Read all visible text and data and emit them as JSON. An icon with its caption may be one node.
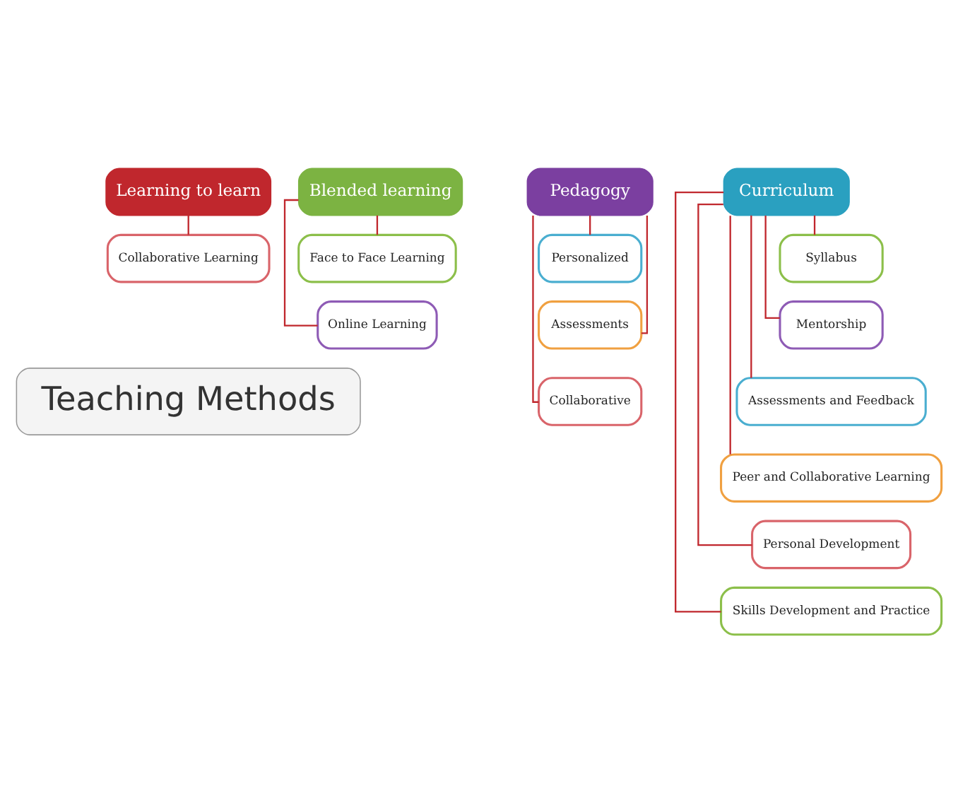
{
  "diagram": {
    "nodes": [
      {
        "text": [
          "Learning to learn"
        ]
      },
      {
        "text": [
          "Collaborative Learning"
        ]
      },
      {
        "text": [
          "Blended learning"
        ]
      },
      {
        "text": [
          "Face to Face Learning"
        ]
      },
      {
        "text": [
          "Online Learning"
        ]
      },
      {
        "text": [
          "Pedagogy"
        ]
      },
      {
        "text": [
          "Personalized"
        ]
      },
      {
        "text": [
          "Assessments"
        ]
      },
      {
        "text": [
          "Collaborative"
        ]
      },
      {
        "text": [
          "Curriculum"
        ]
      },
      {
        "text": [
          "Syllabus"
        ]
      },
      {
        "text": [
          "Mentorship"
        ]
      },
      {
        "text": [
          "Assessments and Feedback"
        ]
      },
      {
        "text": [
          "Peer and Collaborative Learning"
        ]
      },
      {
        "text": [
          "Personal Development"
        ]
      },
      {
        "text": [
          "Skills Development and Practice"
        ]
      },
      {
        "text": [
          "Teaching Methods"
        ]
      }
    ],
    "edges": [
      {
        "from": 0,
        "to": 1,
        "arrow": "none"
      },
      {
        "from": 2,
        "to": 3,
        "arrow": "none"
      },
      {
        "from": 2,
        "to": 4,
        "arrow": "none"
      },
      {
        "from": 5,
        "to": 6,
        "arrow": "none"
      },
      {
        "from": 5,
        "to": 7,
        "arrow": "none"
      },
      {
        "from": 5,
        "to": 8,
        "arrow": "none"
      },
      {
        "from": 9,
        "to": 10,
        "arrow": "none"
      },
      {
        "from": 9,
        "to": 11,
        "arrow": "none"
      },
      {
        "from": 9,
        "to": 12,
        "arrow": "none"
      },
      {
        "from": 9,
        "to": 13,
        "arrow": "none"
      },
      {
        "from": 9,
        "to": 14,
        "arrow": "none"
      },
      {
        "from": 9,
        "to": 15,
        "arrow": "none"
      }
    ]
  }
}
